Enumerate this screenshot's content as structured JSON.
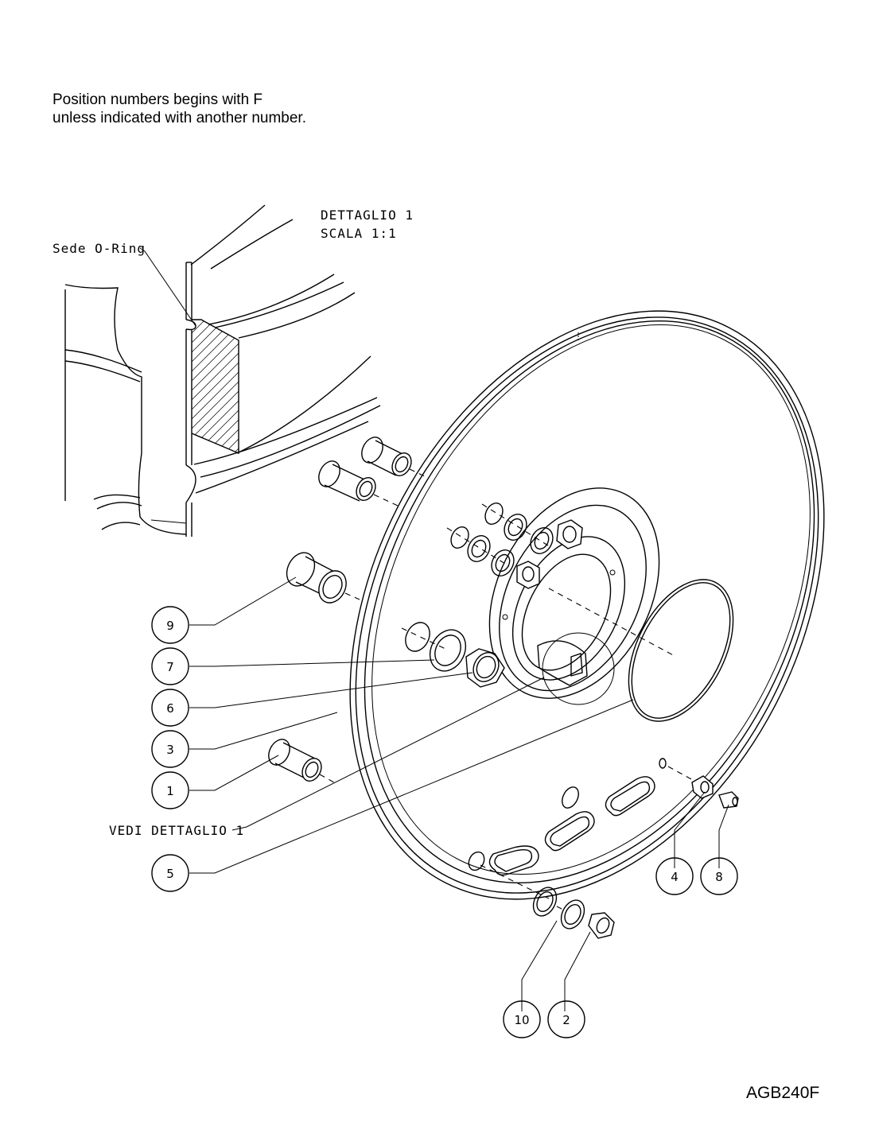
{
  "note": {
    "line1": "Position numbers begins with F",
    "line2": "unless indicated with another number."
  },
  "detail": {
    "title": "DETTAGLIO 1",
    "scale": "SCALA 1:1",
    "seat_label": "Sede O-Ring",
    "see_detail": "VEDI DETTAGLIO 1"
  },
  "balloons": [
    "9",
    "7",
    "6",
    "3",
    "1",
    "5",
    "4",
    "8",
    "10",
    "2"
  ],
  "drawing_code": "AGB240F"
}
